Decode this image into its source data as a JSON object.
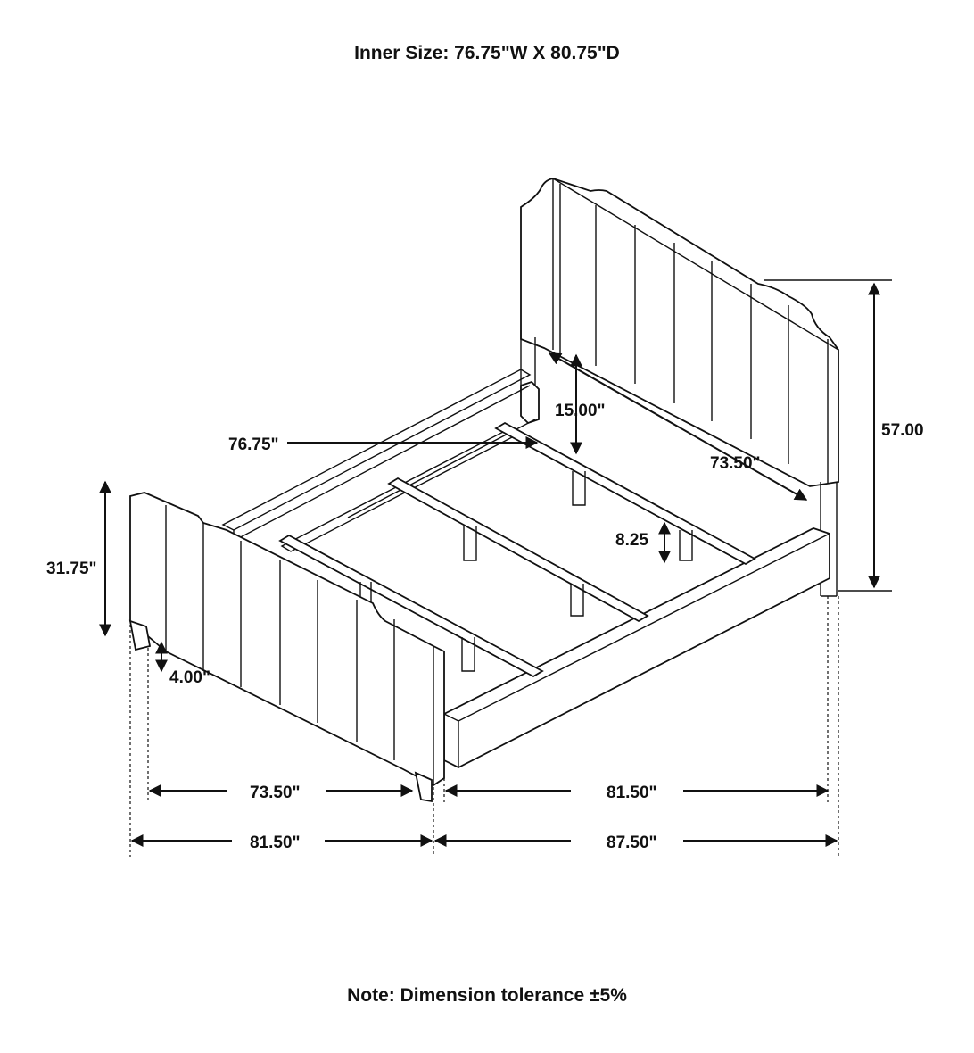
{
  "header": {
    "inner_size": "Inner Size: 76.75\"W X 80.75\"D"
  },
  "dimensions": {
    "headboard_height": "57.00",
    "footboard_height": "31.75\"",
    "leg_height": "4.00\"",
    "clearance_height": "15.00\"",
    "center_support_leg_height": "8.25",
    "inner_width": "76.75\"",
    "headboard_width": "73.50\"",
    "footboard_width_inner": "73.50\"",
    "side_length_inner": "81.50\"",
    "overall_width": "81.50\"",
    "overall_length": "87.50\""
  },
  "footer": {
    "note": "Note: Dimension tolerance ±5%"
  }
}
